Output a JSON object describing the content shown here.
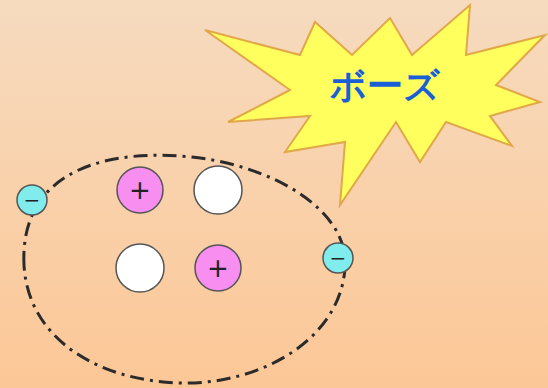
{
  "diagram": {
    "nodes": [
      {
        "text": [
          "ボーズ"
        ]
      },
      {
        "text": [
          "−"
        ]
      },
      {
        "text": [
          "+"
        ]
      },
      {
        "text": [
          "−"
        ]
      },
      {
        "text": [
          "+"
        ]
      }
    ]
  }
}
